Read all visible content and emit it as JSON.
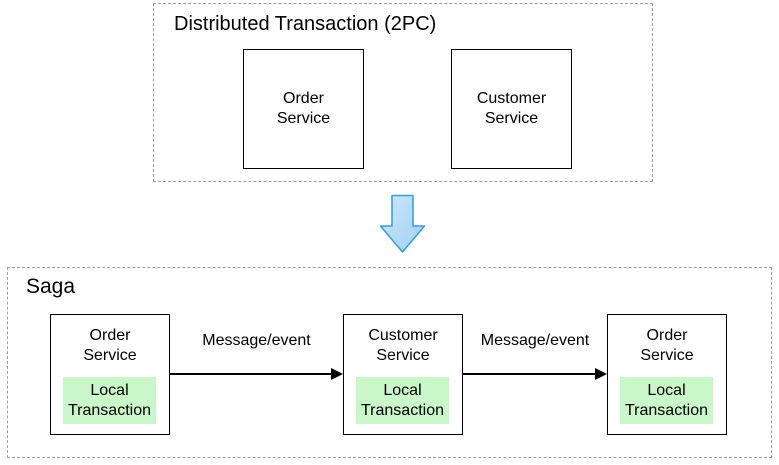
{
  "top_section": {
    "title": "Distributed Transaction (2PC)",
    "boxes": [
      {
        "label": "Order\nService"
      },
      {
        "label": "Customer\nService"
      }
    ]
  },
  "transform_arrow": {
    "direction": "down"
  },
  "saga_section": {
    "title": "Saga",
    "nodes": [
      {
        "label": "Order\nService",
        "local_label": "Local\nTransaction"
      },
      {
        "label": "Customer\nService",
        "local_label": "Local\nTransaction"
      },
      {
        "label": "Order\nService",
        "local_label": "Local\nTransaction"
      }
    ],
    "edges": [
      {
        "label": "Message/event"
      },
      {
        "label": "Message/event"
      }
    ]
  },
  "colors": {
    "local_transaction_bg": "#c9f7c9",
    "arrow_fill_light": "#cde9fa",
    "arrow_fill_dark": "#9dcff2",
    "arrow_stroke": "#3b9fdd",
    "dashed_border": "#9e9e9e",
    "box_border": "#000000",
    "line_color": "#000000",
    "text_color": "#000000",
    "background": "#ffffff"
  }
}
